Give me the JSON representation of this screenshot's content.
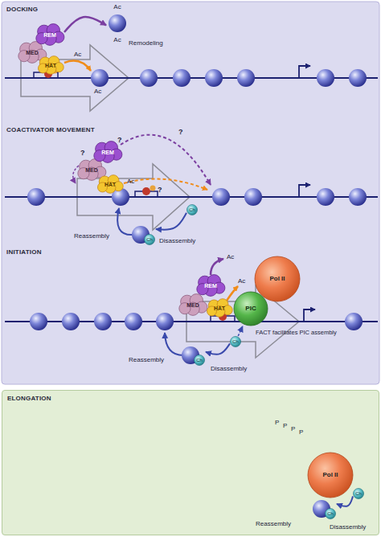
{
  "diagram": {
    "nodes": [
      {
        "text": [
          "DOCKING"
        ]
      },
      {
        "text": [
          "MED"
        ],
        "in": 0
      },
      {
        "text": [
          "REM"
        ],
        "in": 0
      },
      {
        "text": [
          "HAT"
        ],
        "in": 0
      },
      {
        "text": [
          "Ac",
          "Ac"
        ],
        "in": 0
      },
      {
        "text": [
          "COACTIVATOR MOVEMENT"
        ]
      },
      {
        "text": [
          "MED"
        ],
        "in": 5
      },
      {
        "text": [
          "REM"
        ],
        "in": 5
      },
      {
        "text": [
          "HAT"
        ],
        "in": 5
      },
      {
        "text": [
          "Ch"
        ],
        "in": 5
      },
      {
        "text": [
          "Ch"
        ],
        "in": 5
      },
      {
        "text": [
          "INITIATION"
        ]
      },
      {
        "text": [
          "MED"
        ],
        "in": 11
      },
      {
        "text": [
          "REM"
        ],
        "in": 11
      },
      {
        "text": [
          "HAT"
        ],
        "in": 11
      },
      {
        "text": [
          "Pol II"
        ],
        "in": 11
      },
      {
        "text": [
          "PIC"
        ],
        "in": 11
      },
      {
        "text": [
          "Ch"
        ],
        "in": 11
      },
      {
        "text": [
          "Ch"
        ],
        "in": 11
      },
      {
        "text": [
          "ELONGATION"
        ]
      },
      {
        "text": [
          "Pol II"
        ],
        "in": 19
      },
      {
        "text": [
          "Ch"
        ],
        "in": 19
      },
      {
        "text": [
          "Ch"
        ],
        "in": 19
      }
    ],
    "edges": [
      {
        "from": 2,
        "to": 4,
        "label": "Remodeling",
        "arrow": "to"
      },
      {
        "from": 10,
        "to": 9,
        "label": "Disassembly",
        "arrow": "to"
      },
      {
        "from": 18,
        "to": 17,
        "label": "Disassembly",
        "arrow": "to"
      },
      {
        "from": 18,
        "to": 16,
        "label": "FACT facilitates PIC assembly",
        "arrow": "to"
      },
      {
        "from": 22,
        "to": 21,
        "label": "Disassembly",
        "arrow": "to"
      }
    ],
    "labels": [
      "Ac",
      "Ac",
      "?",
      "?",
      "?",
      "?",
      "Ac",
      "Reassembly",
      "Ac",
      "Ac",
      "Reassembly",
      "P",
      "P",
      "P",
      "P",
      "Reassembly"
    ]
  }
}
